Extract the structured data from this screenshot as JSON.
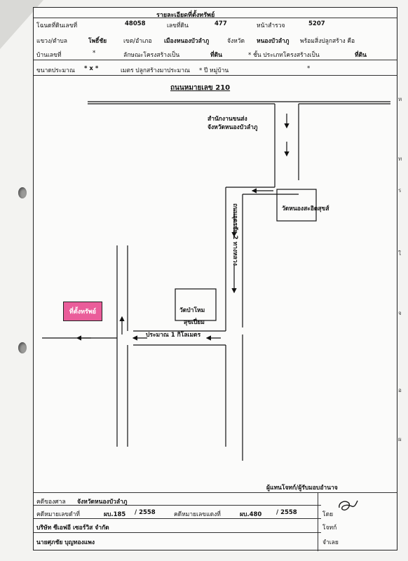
{
  "header": {
    "title": "รายละเอียดที่ตั้งทรัพย์",
    "deed_label": "โฉนดที่ดินเลขที่",
    "deed_no": "48058",
    "land_no_label": "เลขที่ดิน",
    "land_no": "477",
    "survey_label": "หน้าสำรวจ",
    "survey_no": "5207",
    "subdistrict_label": "แขวง/ตำบล",
    "subdistrict": "โพธิ์ชัย",
    "district_label": "เขต/อำเภอ",
    "district": "เมืองหนองบัวลำภู",
    "province_label": "จังหวัด",
    "province": "หนองบัวลำภู",
    "with_building": "พร้อมสิ่งปลูกสร้าง คือ",
    "house_no_label": "บ้านเลขที่",
    "house_no": "*",
    "character_label": "ลักษณะโครงสร้างเป็น",
    "character": "ที่ดิน",
    "floors_label": "* ชั้น ประเภทโครงสร้างเป็น",
    "floors_type": "ที่ดิน",
    "size_label": "ขนาดประมาณ",
    "size_value": "* x *",
    "size_unit": "เมตร ปลูกสร้างมาประมาณ",
    "years": "* ปี หมู่บ้าน",
    "village": "*"
  },
  "map": {
    "road_top": "ถนนหมายเลข 210",
    "office": "สำนักงานขนส่ง",
    "office2": "จังหวัดหนองบัวลำภู",
    "wat1": "วัดหนองสะอิดสุขส์",
    "road_side": "ถนนอุดรชัย 2 ทางหลวง",
    "wat2a": "วัดป่าโหม",
    "wat2b": "สุขเปี่ยม",
    "distance": "ประมาณ 1 กิโลเมตร",
    "property": "ที่ตั้งทรัพย์"
  },
  "signer": "ผู้แทนโจทก์/ผู้รับมอบอำนาจ",
  "footer": {
    "court_label": "คดีของศาล",
    "court": "จังหวัดหนองบัวลำภู",
    "black_label": "คดีหมายเลขดำที่",
    "black_no": "ผบ.185",
    "black_year": "/ 2558",
    "red_label": "คดีหมายเลขแดงที่",
    "red_no": "ผบ.480",
    "red_year": "/ 2558",
    "by_label": "โดย",
    "company": "บริษัท ซีเอฟอี เซอร์วิส จำกัด",
    "plaintiff_label": "โจทก์",
    "defendant": "นายศุภชัย บุญทองแพง",
    "defendant_label": "จำเลย"
  },
  "edge_marks": [
    "ห",
    "ท",
    "ร",
    "ใ",
    "จ",
    "อ",
    "ผ"
  ]
}
